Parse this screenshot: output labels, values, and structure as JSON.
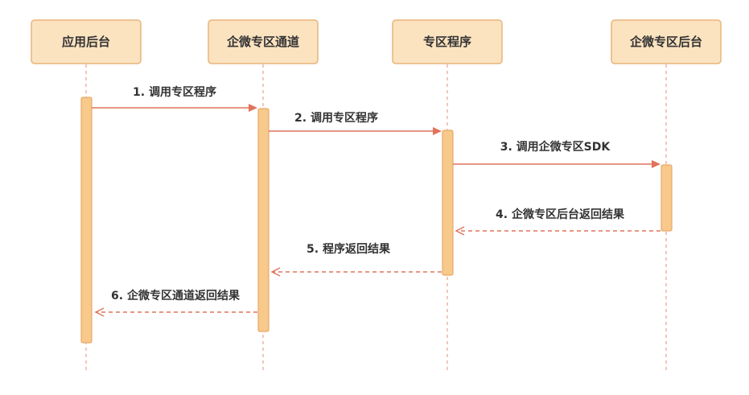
{
  "participants": [
    {
      "id": "app",
      "label": "应用后台"
    },
    {
      "id": "channel",
      "label": "企微专区通道"
    },
    {
      "id": "program",
      "label": "专区程序"
    },
    {
      "id": "backend",
      "label": "企微专区后台"
    }
  ],
  "messages": [
    {
      "label": "1. 调用专区程序",
      "from": "app",
      "to": "channel",
      "kind": "call"
    },
    {
      "label": "2. 调用专区程序",
      "from": "channel",
      "to": "program",
      "kind": "call"
    },
    {
      "label": "3. 调用企微专区SDK",
      "from": "program",
      "to": "backend",
      "kind": "call"
    },
    {
      "label": "4. 企微专区后台返回结果",
      "from": "backend",
      "to": "program",
      "kind": "return"
    },
    {
      "label": "5. 程序返回结果",
      "from": "program",
      "to": "channel",
      "kind": "return"
    },
    {
      "label": "6. 企微专区通道返回结果",
      "from": "channel",
      "to": "app",
      "kind": "return"
    }
  ],
  "colors": {
    "actor_fill": "#fbe3c0",
    "actor_stroke": "#e9b47a",
    "activation_fill": "#f7c98a",
    "arrow": "#e0735a",
    "text": "#333333"
  }
}
